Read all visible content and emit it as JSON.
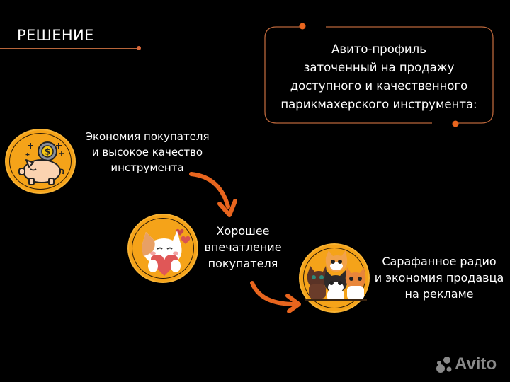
{
  "header": {
    "title": "РЕШЕНИЕ"
  },
  "callout": {
    "lines": [
      "Авито-профиль",
      "заточенный на продажу",
      "доступного и качественного",
      "парикмахерского инструмента:"
    ]
  },
  "steps": [
    {
      "icon": "piggy-bank-coin-icon",
      "lines": [
        "Экономия покупателя",
        "и высокое качество",
        "инструмента"
      ]
    },
    {
      "icon": "cat-holding-heart-icon",
      "lines": [
        "Хорошее",
        "впечатление",
        "покупателя"
      ]
    },
    {
      "icon": "group-of-cats-icon",
      "lines": [
        "Сарафанное радио",
        "и экономия продавца",
        "на рекламе"
      ]
    }
  ],
  "colors": {
    "background": "#000000",
    "accent_orange": "#e8651e",
    "badge_fill": "#f5a319",
    "line_brown": "#b8653a",
    "text": "#ffffff",
    "watermark": "#8a8a8a"
  },
  "watermark": {
    "text": "Avito"
  }
}
